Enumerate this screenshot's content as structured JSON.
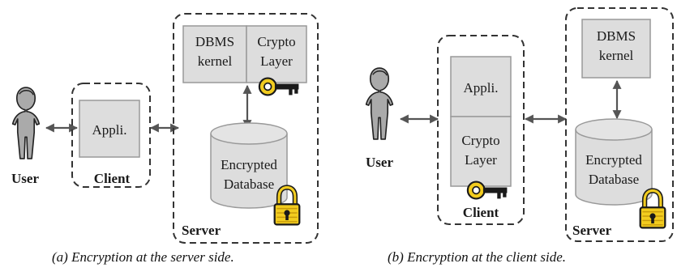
{
  "panel_a": {
    "actor": "User",
    "client_label": "Client",
    "server_label": "Server",
    "app": "Appli.",
    "dbms": [
      "DBMS",
      "kernel"
    ],
    "crypto": [
      "Crypto",
      "Layer"
    ],
    "database": [
      "Encrypted",
      "Database"
    ],
    "caption": "(a) Encryption at the server side."
  },
  "panel_b": {
    "actor": "User",
    "client_label": "Client",
    "server_label": "Server",
    "app": "Appli.",
    "dbms": [
      "DBMS",
      "kernel"
    ],
    "crypto": [
      "Crypto",
      "Layer"
    ],
    "database": [
      "Encrypted",
      "Database"
    ],
    "caption": "(b) Encryption at the client side."
  },
  "icons": [
    "user-figure-icon",
    "key-icon",
    "padlock-icon"
  ]
}
